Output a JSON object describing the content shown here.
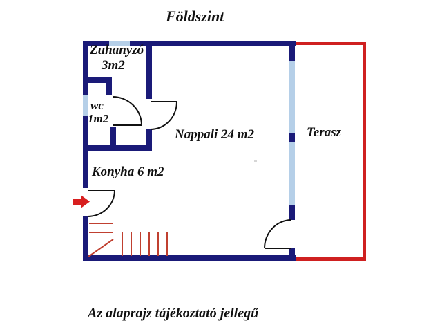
{
  "title": "Földszint",
  "footer": "Az alaprajz tájékoztató jellegű",
  "rooms": {
    "zuhanyzo": {
      "name": "Zuhanyzó",
      "area": "3m2"
    },
    "wc": {
      "name": "wc",
      "area": "1m2"
    },
    "nappali": {
      "label": "Nappali 24 m2"
    },
    "konyha": {
      "label": "Konyha 6 m2"
    },
    "terasz": {
      "label": "Terasz"
    }
  },
  "colors": {
    "wall": "#1a1a78",
    "window": "#b5cfe8",
    "terrace": "#cf2020",
    "stairs": "#c04030",
    "arrow": "#d81f1f",
    "door": "#111111",
    "text": "#111111",
    "bg": "#ffffff"
  }
}
